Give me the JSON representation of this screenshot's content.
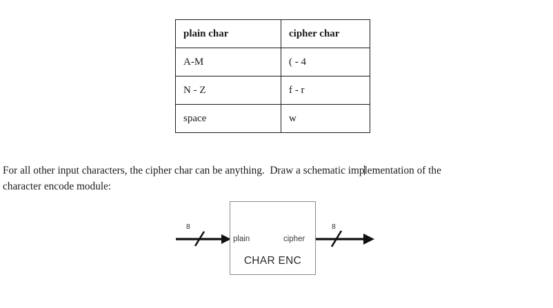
{
  "table": {
    "headers": [
      "plain char",
      "cipher char"
    ],
    "rows": [
      {
        "plain": "A-M",
        "cipher": "( - 4"
      },
      {
        "plain": "N - Z",
        "cipher": "f - r"
      },
      {
        "plain": "space",
        "cipher": "w"
      }
    ]
  },
  "prose": {
    "before_caret": "For all other input characters, the cipher char can be anything.  Draw a schematic imp",
    "after_caret": "lementation of the\ncharacter encode module:"
  },
  "diagram": {
    "block_name": "CHAR ENC",
    "input_port": "plain",
    "output_port": "cipher",
    "input_bus_width": "8",
    "output_bus_width": "8",
    "colors": {
      "box_border": "#8a8a8a",
      "wire": "#111111",
      "table_border": "#1a1a1a",
      "text": "#1b1b1b",
      "page_background": "#ffffff"
    }
  }
}
